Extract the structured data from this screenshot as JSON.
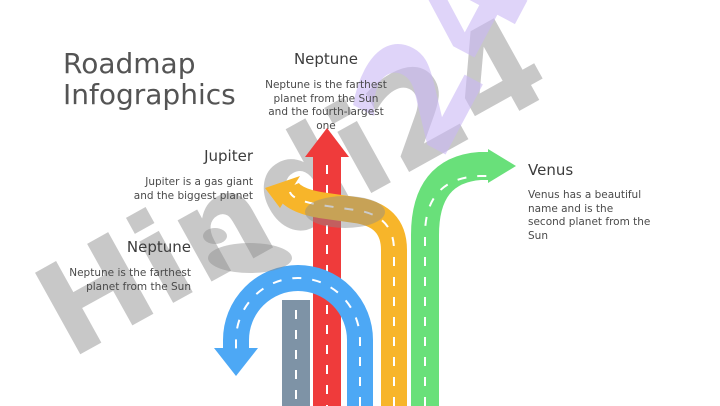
{
  "title": {
    "line1": "Roadmap",
    "line2": "Infographics"
  },
  "watermark": "Hindi24",
  "items": [
    {
      "heading": "Neptune",
      "text_lines": [
        "Neptune is the farthest",
        "planet from the Sun",
        "and the fourth-largest",
        "one"
      ],
      "color": "#EF3B3B",
      "arrow": "up"
    },
    {
      "heading": "Jupiter",
      "text_lines": [
        "Jupiter is a gas giant",
        "and the biggest planet"
      ],
      "color": "#F7B52A",
      "arrow": "up-left"
    },
    {
      "heading": "Venus",
      "text_lines": [
        "Venus has a beautiful",
        "name and is the",
        "second planet from the",
        "Sun"
      ],
      "color": "#69E07A",
      "arrow": "right"
    },
    {
      "heading": "Neptune",
      "text_lines": [
        "Neptune is the farthest",
        "planet from the Sun"
      ],
      "color": "#4DA8F5",
      "arrow": "down-left"
    }
  ],
  "colors": {
    "gray_road": "#7E93A6",
    "red_road": "#EF3B3B",
    "yellow_road": "#F7B52A",
    "green_road": "#69E07A",
    "blue_road": "#4DA8F5",
    "watermark_gray": "#9a9a9a",
    "watermark_purple": "#c9b7f5"
  }
}
